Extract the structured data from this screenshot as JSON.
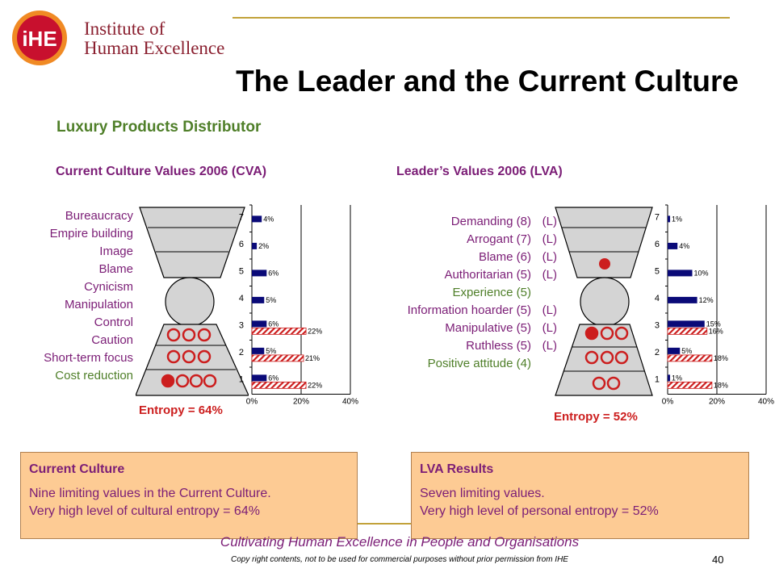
{
  "header": {
    "logo_text": "iHE",
    "institute_line1": "Institute of",
    "institute_line2": "Human Excellence",
    "title": "The Leader and the Current Culture",
    "subtitle": "Luxury Products Distributor"
  },
  "cva": {
    "heading": "Current Culture Values 2006 (CVA)",
    "values": [
      {
        "label": "Bureaucracy",
        "color": "purple"
      },
      {
        "label": "Empire building",
        "color": "purple"
      },
      {
        "label": "Image",
        "color": "purple"
      },
      {
        "label": "Blame",
        "color": "purple"
      },
      {
        "label": "Cynicism",
        "color": "purple"
      },
      {
        "label": "Manipulation",
        "color": "purple"
      },
      {
        "label": "Control",
        "color": "purple"
      },
      {
        "label": "Caution",
        "color": "purple"
      },
      {
        "label": "Short-term focus",
        "color": "purple"
      },
      {
        "label": "Cost reduction",
        "color": "green"
      }
    ],
    "entropy": "Entropy = 64%"
  },
  "lva": {
    "heading": "Leader’s Values 2006 (LVA)",
    "values": [
      {
        "label": "Demanding (8)",
        "tag": "(L)",
        "color": "purple"
      },
      {
        "label": "Arrogant (7)",
        "tag": "(L)",
        "color": "purple"
      },
      {
        "label": "Blame (6)",
        "tag": "(L)",
        "color": "purple"
      },
      {
        "label": "Authoritarian (5)",
        "tag": "(L)",
        "color": "purple"
      },
      {
        "label": "Experience (5)",
        "tag": "",
        "color": "green"
      },
      {
        "label": "Information hoarder (5)",
        "tag": "(L)",
        "color": "purple"
      },
      {
        "label": "Manipulative (5)",
        "tag": "(L)",
        "color": "purple"
      },
      {
        "label": "Ruthless (5)",
        "tag": "(L)",
        "color": "purple"
      },
      {
        "label": "Positive attitude (4)",
        "tag": "",
        "color": "green"
      }
    ],
    "entropy": "Entropy = 52%"
  },
  "chart_data": [
    {
      "type": "bar",
      "name": "CVA levels",
      "categories": [
        "7",
        "6",
        "5",
        "4",
        "3",
        "2",
        "1"
      ],
      "series": [
        {
          "values": [
            4,
            2,
            6,
            5,
            6,
            5,
            6
          ],
          "labels": [
            "4%",
            "2%",
            "6%",
            "5%",
            "6%",
            "5%",
            "6%"
          ],
          "color": "#0a0a78"
        },
        {
          "values": [
            null,
            null,
            null,
            null,
            22,
            21,
            22
          ],
          "labels": [
            "",
            "",
            "",
            "",
            "22%",
            "21%",
            "22%"
          ],
          "color": "#cc1e1e"
        }
      ],
      "xticks": [
        "0%",
        "20%",
        "40%"
      ],
      "xlim": [
        0,
        40
      ]
    },
    {
      "type": "bar",
      "name": "LVA levels",
      "categories": [
        "7",
        "6",
        "5",
        "4",
        "3",
        "2",
        "1"
      ],
      "series": [
        {
          "values": [
            1,
            4,
            10,
            12,
            15,
            5,
            1
          ],
          "labels": [
            "1%",
            "4%",
            "10%",
            "12%",
            "15%",
            "5%",
            "1%"
          ],
          "color": "#0a0a78"
        },
        {
          "values": [
            null,
            null,
            null,
            null,
            16,
            18,
            18
          ],
          "labels": [
            "",
            "",
            "",
            "",
            "16%",
            "18%",
            "18%"
          ],
          "color": "#cc1e1e"
        }
      ],
      "xticks": [
        "0%",
        "20%",
        "40%"
      ],
      "xlim": [
        0,
        40
      ]
    }
  ],
  "boxes": {
    "left": {
      "title": "Current Culture",
      "line1": "Nine limiting values in the Current Culture.",
      "line2": "Very high level of cultural entropy = 64%"
    },
    "right": {
      "title": "LVA Results",
      "line1": "Seven limiting values.",
      "line2": "Very high level of personal entropy = 52%"
    }
  },
  "footer": {
    "tagline": "Cultivating Human Excellence in People and Organisations",
    "copyright": "Copy right contents, not to be used for commercial purposes without prior permission from IHE",
    "page": "40"
  },
  "colors": {
    "purple": "#7b1d76",
    "green": "#4f7f29",
    "red": "#cc1e1e",
    "navy": "#0a0a78",
    "gold": "#c2a23a",
    "box": "#fdcb94"
  }
}
